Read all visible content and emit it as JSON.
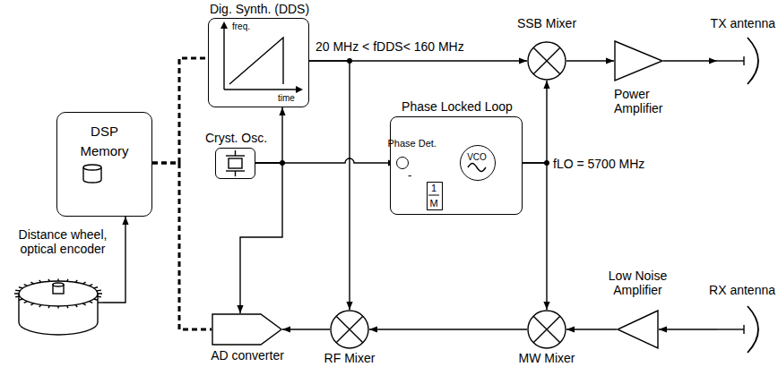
{
  "diagram": {
    "nodes": [
      {
        "text": [
          "DSP",
          "Memory"
        ]
      },
      {
        "text": [
          "Dig. Synth. (DDS)"
        ]
      },
      {
        "text": [
          "Cryst. Osc."
        ]
      },
      {
        "text": [
          "Phase Locked Loop"
        ]
      },
      {
        "text": [
          "Phase Det."
        ],
        "in": 3
      },
      {
        "text": [
          "VCO"
        ],
        "in": 3
      },
      {
        "text": [
          "1",
          "M"
        ],
        "in": 3
      },
      {
        "text": [
          "SSB Mixer"
        ]
      },
      {
        "text": [
          "Power Amplifier"
        ]
      },
      {
        "text": [
          "TX antenna"
        ]
      },
      {
        "text": [
          "Distance wheel, optical encoder"
        ]
      },
      {
        "text": [
          "AD converter"
        ]
      },
      {
        "text": [
          "RF Mixer"
        ]
      },
      {
        "text": [
          "MW Mixer"
        ]
      },
      {
        "text": [
          "Low Noise Amplifier"
        ]
      },
      {
        "text": [
          "RX antenna"
        ]
      }
    ],
    "edges": [
      {
        "from": 0,
        "to": 1,
        "arrow": "none"
      },
      {
        "from": 0,
        "to": 11,
        "arrow": "none"
      },
      {
        "from": 10,
        "to": 0,
        "arrow": "to"
      },
      {
        "from": 2,
        "to": 1,
        "arrow": "to"
      },
      {
        "from": 2,
        "to": 4,
        "arrow": "to"
      },
      {
        "from": 2,
        "to": 11,
        "arrow": "to"
      },
      {
        "from": 1,
        "to": 7,
        "arrow": "to"
      },
      {
        "from": 1,
        "to": 12,
        "arrow": "to"
      },
      {
        "from": 4,
        "to": 5,
        "arrow": "to"
      },
      {
        "from": 5,
        "to": 6,
        "arrow": "to"
      },
      {
        "from": 6,
        "to": 4,
        "arrow": "to"
      },
      {
        "from": 3,
        "to": 7,
        "arrow": "to"
      },
      {
        "from": 3,
        "to": 13,
        "arrow": "to"
      },
      {
        "from": 7,
        "to": 8,
        "arrow": "to"
      },
      {
        "from": 8,
        "to": 9,
        "arrow": "to"
      },
      {
        "from": 15,
        "to": 14,
        "arrow": "to"
      },
      {
        "from": 14,
        "to": 13,
        "arrow": "to"
      },
      {
        "from": 13,
        "to": 12,
        "arrow": "to"
      },
      {
        "from": 12,
        "to": 11,
        "arrow": "to"
      }
    ],
    "labels": [
      "20 MHz < fDDS< 160 MHz",
      "fLO = 5700 MHz",
      "freq.",
      "time",
      "-"
    ]
  }
}
